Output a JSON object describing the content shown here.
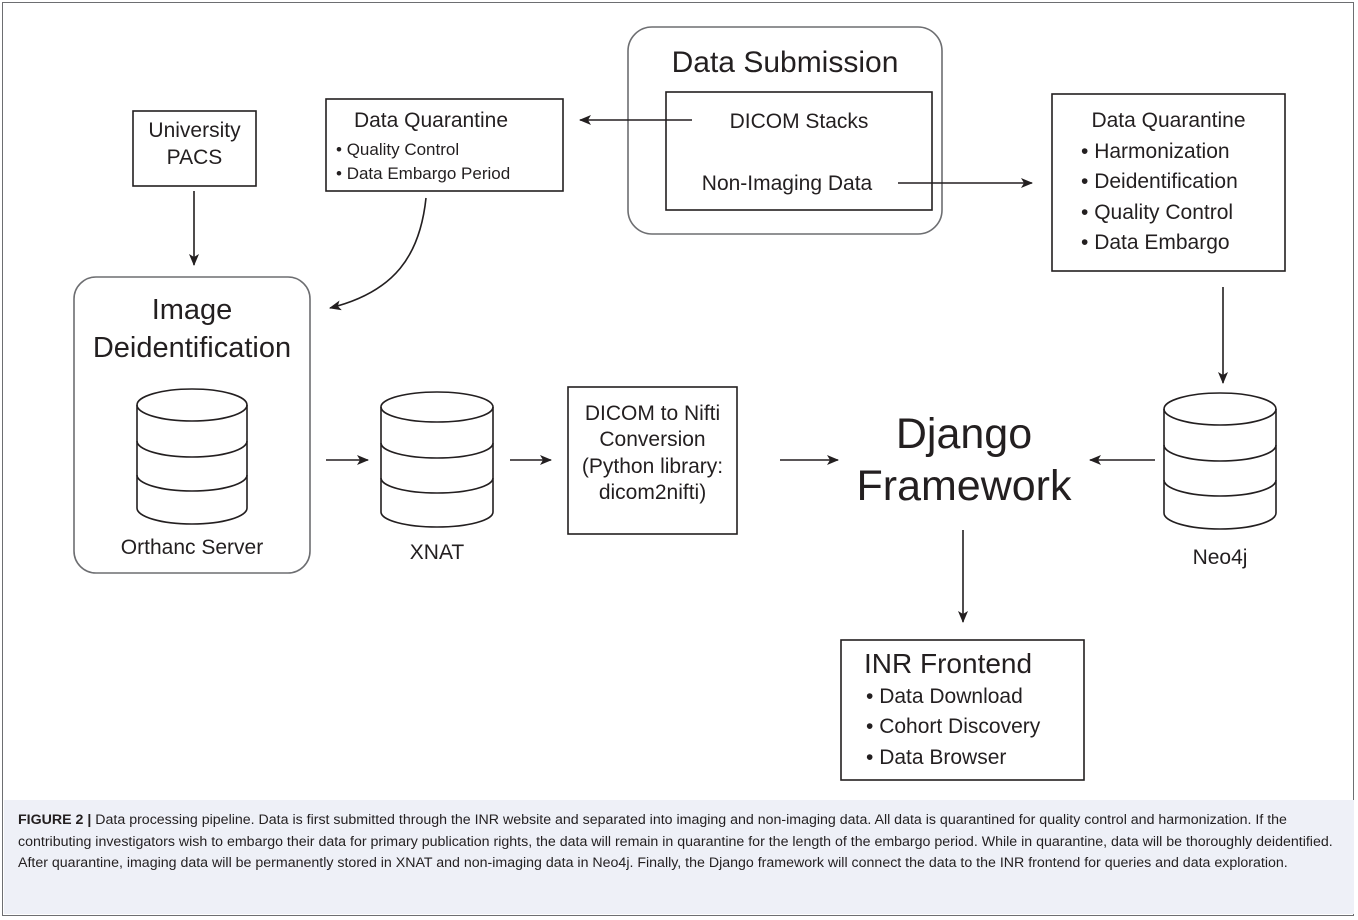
{
  "diagram": {
    "data_submission": {
      "title": "Data Submission",
      "dicom": "DICOM Stacks",
      "non_imaging": "Non-Imaging Data"
    },
    "quarantine_imaging": {
      "title": "Data Quarantine",
      "items": [
        "Quality Control",
        "Data Embargo Period"
      ]
    },
    "quarantine_nonimaging": {
      "title": "Data Quarantine",
      "items": [
        "Harmonization",
        "Deidentification",
        "Quality Control",
        "Data Embargo"
      ]
    },
    "university_pacs": {
      "line1": "University",
      "line2": "PACS"
    },
    "image_deid": {
      "line1": "Image",
      "line2": "Deidentification",
      "server": "Orthanc Server"
    },
    "xnat": "XNAT",
    "dicom_nifti": {
      "lines": [
        "DICOM to Nifti",
        "Conversion",
        "(Python library:",
        "dicom2nifti)"
      ]
    },
    "django": {
      "line1": "Django",
      "line2": "Framework"
    },
    "neo4j": "Neo4j",
    "frontend": {
      "title": "INR Frontend",
      "items": [
        "Data Download",
        "Cohort Discovery",
        "Data Browser"
      ]
    }
  },
  "caption": {
    "label": "FIGURE 2 |",
    "text": " Data processing pipeline. Data is first submitted through the INR website and separated into imaging and non-imaging data. All data is quarantined for quality control and harmonization. If the contributing investigators wish to embargo their data for primary publication rights, the data will remain in quarantine for the length of the embargo period. While in quarantine, data will be thoroughly deidentified. After quarantine, imaging data will be permanently stored in XNAT and non-imaging data in Neo4j. Finally, the Django framework will connect the data to the INR frontend for queries and data exploration."
  }
}
